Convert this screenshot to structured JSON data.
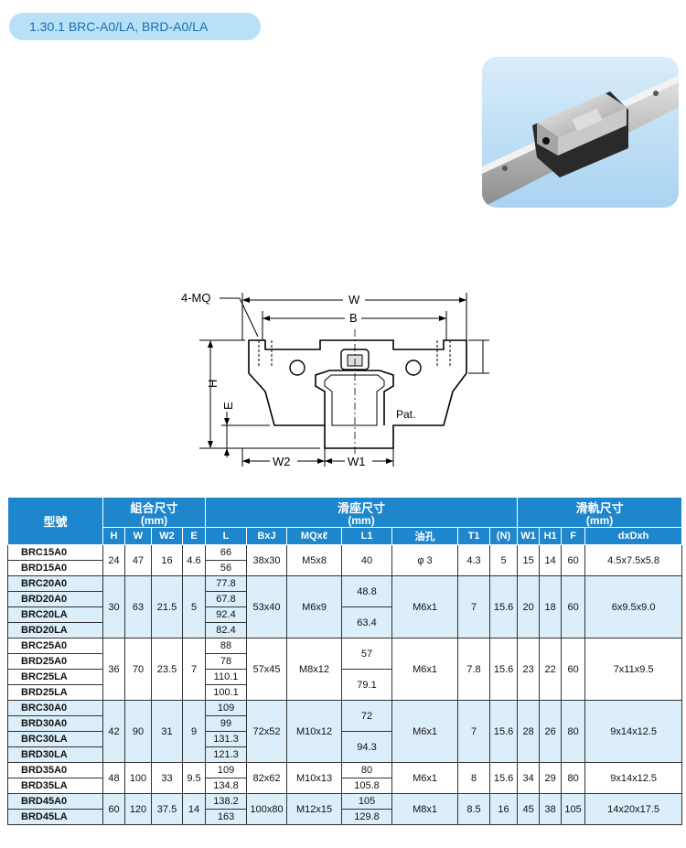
{
  "section_title": "1.30.1 BRC-A0/LA, BRD-A0/LA",
  "drawing": {
    "labels": {
      "mq": "4-MQ",
      "w": "W",
      "b": "B",
      "h": "H",
      "e": "E",
      "w2": "W2",
      "w1": "W1",
      "pat": "Pat."
    }
  },
  "table": {
    "header_model": "型號",
    "group_assembly": "組合尺寸",
    "group_assembly_unit": "(mm)",
    "group_block": "滑座尺寸",
    "group_block_unit": "(mm)",
    "group_rail": "滑軌尺寸",
    "group_rail_unit": "(mm)",
    "cols": [
      "H",
      "W",
      "W2",
      "E",
      "L",
      "BxJ",
      "MQxℓ",
      "L1",
      "油孔",
      "T1",
      "(N)",
      "W1",
      "H1",
      "F",
      "dxDxh"
    ],
    "rows": [
      {
        "models": [
          "BRC15A0",
          "BRD15A0"
        ],
        "H": "24",
        "W": "47",
        "W2": "16",
        "E": "4.6",
        "L": [
          "66",
          "56"
        ],
        "BxJ": "38x30",
        "MQ": "M5x8",
        "L1": [
          "40"
        ],
        "oil": "φ 3",
        "T1": "4.3",
        "N": "5",
        "W1": "15",
        "H1": "14",
        "F": "60",
        "dxDxh": "4.5x7.5x5.8"
      },
      {
        "models": [
          "BRC20A0",
          "BRD20A0",
          "BRC20LA",
          "BRD20LA"
        ],
        "H": "30",
        "W": "63",
        "W2": "21.5",
        "E": "5",
        "L": [
          "77.8",
          "67.8",
          "92.4",
          "82.4"
        ],
        "BxJ": "53x40",
        "MQ": "M6x9",
        "L1": [
          "48.8",
          "63.4"
        ],
        "oil": "M6x1",
        "T1": "7",
        "N": "15.6",
        "W1": "20",
        "H1": "18",
        "F": "60",
        "dxDxh": "6x9.5x9.0"
      },
      {
        "models": [
          "BRC25A0",
          "BRD25A0",
          "BRC25LA",
          "BRD25LA"
        ],
        "H": "36",
        "W": "70",
        "W2": "23.5",
        "E": "7",
        "L": [
          "88",
          "78",
          "110.1",
          "100.1"
        ],
        "BxJ": "57x45",
        "MQ": "M8x12",
        "L1": [
          "57",
          "79.1"
        ],
        "oil": "M6x1",
        "T1": "7.8",
        "N": "15.6",
        "W1": "23",
        "H1": "22",
        "F": "60",
        "dxDxh": "7x11x9.5"
      },
      {
        "models": [
          "BRC30A0",
          "BRD30A0",
          "BRC30LA",
          "BRD30LA"
        ],
        "H": "42",
        "W": "90",
        "W2": "31",
        "E": "9",
        "L": [
          "109",
          "99",
          "131.3",
          "121.3"
        ],
        "BxJ": "72x52",
        "MQ": "M10x12",
        "L1": [
          "72",
          "94.3"
        ],
        "oil": "M6x1",
        "T1": "7",
        "N": "15.6",
        "W1": "28",
        "H1": "26",
        "F": "80",
        "dxDxh": "9x14x12.5"
      },
      {
        "models": [
          "BRD35A0",
          "BRD35LA"
        ],
        "H": "48",
        "W": "100",
        "W2": "33",
        "E": "9.5",
        "L": [
          "109",
          "134.8"
        ],
        "BxJ": "82x62",
        "MQ": "M10x13",
        "L1": [
          "80",
          "105.8"
        ],
        "oil": "M6x1",
        "T1": "8",
        "N": "15.6",
        "W1": "34",
        "H1": "29",
        "F": "80",
        "dxDxh": "9x14x12.5"
      },
      {
        "models": [
          "BRD45A0",
          "BRD45LA"
        ],
        "H": "60",
        "W": "120",
        "W2": "37.5",
        "E": "14",
        "L": [
          "138.2",
          "163"
        ],
        "BxJ": "100x80",
        "MQ": "M12x15",
        "L1": [
          "105",
          "129.8"
        ],
        "oil": "M8x1",
        "T1": "8.5",
        "N": "16",
        "W1": "45",
        "H1": "38",
        "F": "105",
        "dxDxh": "14x20x17.5"
      }
    ]
  }
}
